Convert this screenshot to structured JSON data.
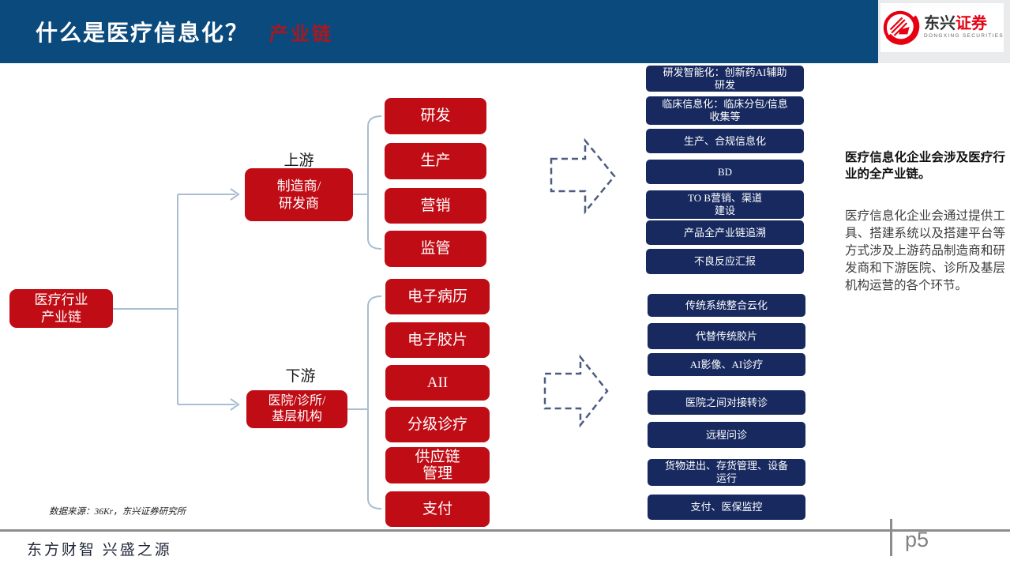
{
  "header": {
    "title": "什么是医疗信息化？",
    "subtitle": "产业链"
  },
  "logo": {
    "name_primary": "东兴",
    "name_secondary": "证券",
    "tagline": "DONGXING SECURITIES",
    "logo_red": "#e60012"
  },
  "diagram": {
    "root_label": "医疗行业\n产业链",
    "upstream": {
      "stage_label": "上游",
      "parent_label": "制造商/\n研发商",
      "children": [
        "研发",
        "生产",
        "营销",
        "监管"
      ],
      "outcomes": [
        "研发智能化：创新药AI辅助\n研发",
        "临床信息化：临床分包/信息\n收集等",
        "生产、合规信息化",
        "BD",
        "TO B营销、渠道\n建设",
        "产品全产业链追溯",
        "不良反应汇报"
      ]
    },
    "downstream": {
      "stage_label": "下游",
      "parent_label": "医院/诊所/\n基层机构",
      "children": [
        "电子病历",
        "电子胶片",
        "AII",
        "分级诊疗",
        "供应链\n管理",
        "支付"
      ],
      "outcomes": [
        "传统系统整合云化",
        "代替传统胶片",
        "AI影像、AI诊疗",
        "医院之间对接转诊",
        "远程问诊",
        "货物进出、存货管理、设备\n运行",
        "支付、医保监控"
      ]
    },
    "colors": {
      "header_navy": "#0b4a7c",
      "node_red": "#c00c15",
      "outcome_navy": "#17295f",
      "connector_blue": "#a9bed1",
      "arrow_slate": "#4c5b80"
    }
  },
  "side_text": {
    "headline": "医疗信息化企业会涉及医疗行业的全产业链。",
    "body": "医疗信息化企业会通过提供工具、搭建系统以及搭建平台等方式涉及上游药品制造商和研发商和下游医院、诊所及基层机构运营的各个环节。"
  },
  "footer": {
    "source": "数据来源：36Kr，东兴证券研究所",
    "slogan": "东方财智 兴盛之源",
    "page": "p5"
  }
}
